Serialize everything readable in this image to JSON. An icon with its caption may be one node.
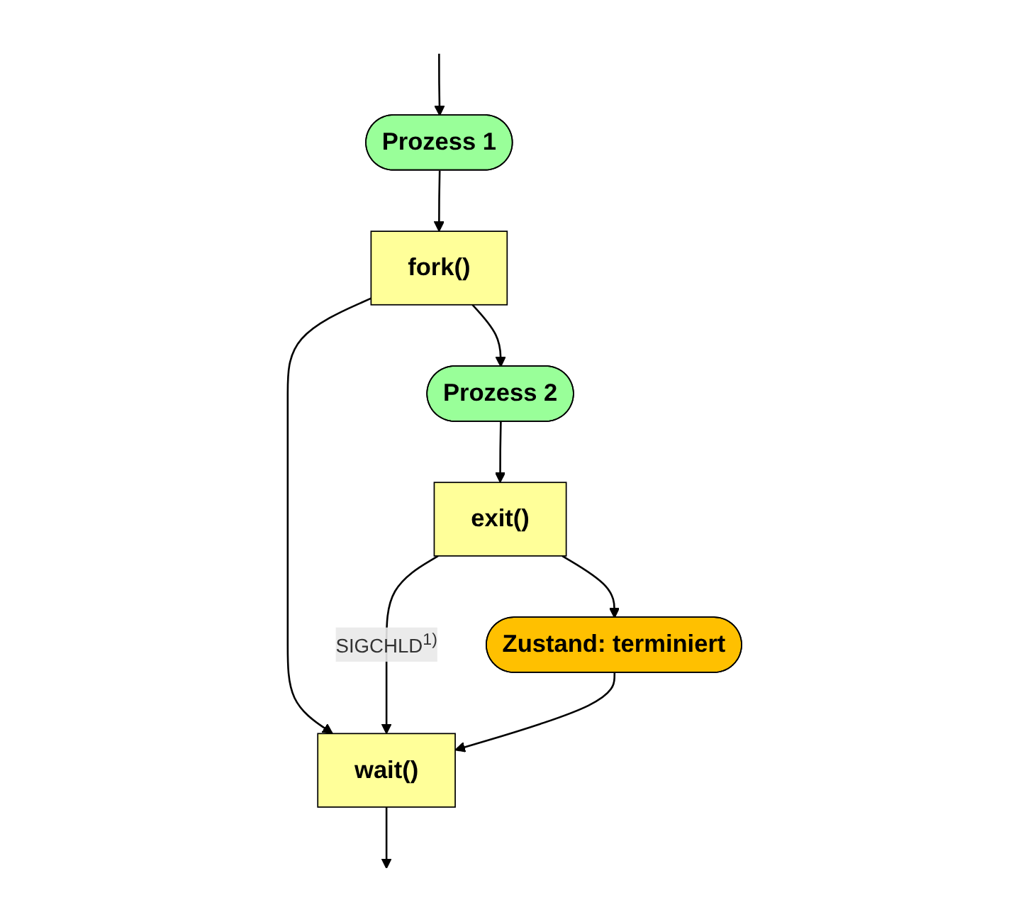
{
  "diagram": {
    "nodes": [
      {
        "text": [
          "Prozess 1"
        ]
      },
      {
        "text": [
          "fork()"
        ]
      },
      {
        "text": [
          "Prozess 2"
        ]
      },
      {
        "text": [
          "exit()"
        ]
      },
      {
        "text": [
          "Zustand: terminiert"
        ]
      },
      {
        "text": [
          "wait()"
        ]
      }
    ],
    "edges": [
      {
        "from": null,
        "to": 0,
        "arrow": "to"
      },
      {
        "from": 0,
        "to": 1,
        "arrow": "to"
      },
      {
        "from": 1,
        "to": 2,
        "arrow": "to"
      },
      {
        "from": 1,
        "to": 5,
        "arrow": "to"
      },
      {
        "from": 2,
        "to": 3,
        "arrow": "to"
      },
      {
        "from": 3,
        "to": 5,
        "arrow": "to",
        "label": "SIGCHLD$^{1)}$"
      },
      {
        "from": 3,
        "to": 4,
        "arrow": "to"
      },
      {
        "from": 4,
        "to": 5,
        "arrow": "to"
      },
      {
        "from": 5,
        "to": null,
        "arrow": "to"
      }
    ]
  }
}
